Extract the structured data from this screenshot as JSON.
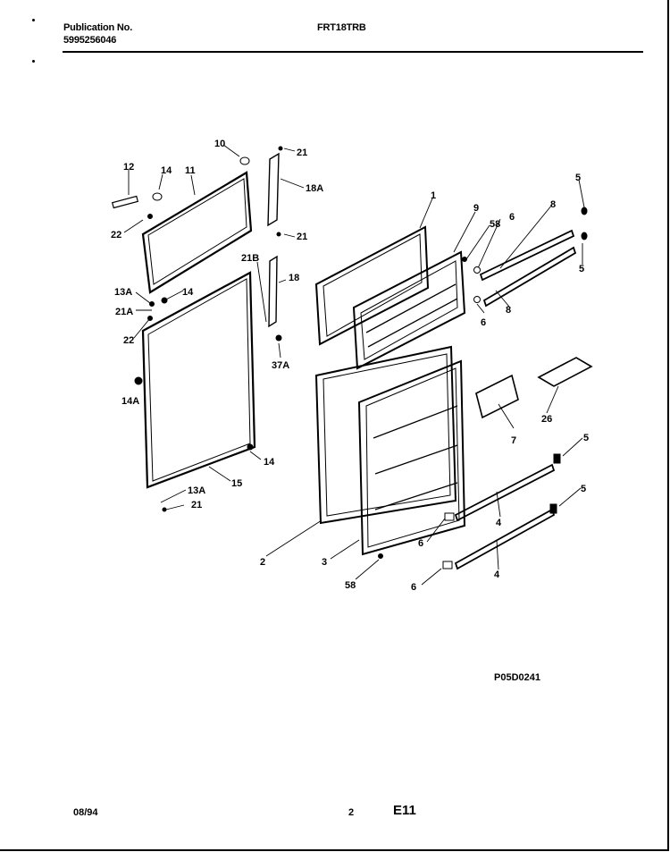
{
  "header": {
    "publication_label": "Publication No.",
    "publication_number": "5995256046",
    "model": "FRT18TRB"
  },
  "callouts": [
    "10",
    "21",
    "18A",
    "12",
    "14",
    "11",
    "22",
    "21",
    "21B",
    "18",
    "1",
    "9",
    "58",
    "6",
    "8",
    "5",
    "5",
    "8",
    "6",
    "13A",
    "14",
    "21A",
    "22",
    "37A",
    "14A",
    "7",
    "26",
    "5",
    "14",
    "15",
    "13A",
    "21",
    "2",
    "5",
    "6",
    "4",
    "6",
    "3",
    "4",
    "58"
  ],
  "drawing_code": "P05D0241",
  "footer": {
    "date": "08/94",
    "page": "2",
    "section": "E11"
  }
}
